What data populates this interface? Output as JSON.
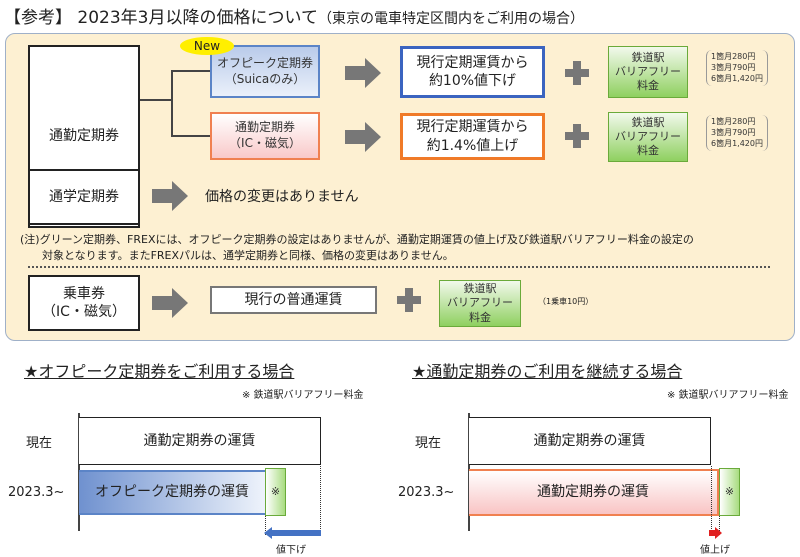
{
  "title": {
    "main": "【参考】 2023年3月以降の価格について",
    "sub": "（東京の電車特定区間内をご利用の場合）"
  },
  "commuter": {
    "label": "通勤定期券",
    "rows": [
      {
        "badge": "New",
        "ticket": [
          "オフピーク定期券",
          "（Suicaのみ）"
        ],
        "change": [
          "現行定期運賃から",
          "約10%値下げ"
        ],
        "fee": [
          "鉄道駅",
          "バリアフリー",
          "料金"
        ],
        "prices": [
          "1箇月280円",
          "3箇月790円",
          "6箇月1,420円"
        ]
      },
      {
        "ticket": [
          "通勤定期券",
          "（IC・磁気）"
        ],
        "change": [
          "現行定期運賃から",
          "約1.4%値上げ"
        ],
        "fee": [
          "鉄道駅",
          "バリアフリー",
          "料金"
        ],
        "prices": [
          "1箇月280円",
          "3箇月790円",
          "6箇月1,420円"
        ]
      }
    ]
  },
  "student": {
    "label": "通学定期券",
    "text": "価格の変更はありません"
  },
  "note": [
    "(注)グリーン定期券、FREXには、オフピーク定期券の設定はありませんが、通勤定期運賃の値上げ及び鉄道駅バリアフリー料金の設定の",
    "対象となります。またFREXパルは、通学定期券と同様、価格の変更はありません。"
  ],
  "ticket": {
    "label": [
      "乗車券",
      "（IC・磁気）"
    ],
    "fare": "現行の普通運賃",
    "fee": [
      "鉄道駅",
      "バリアフリー",
      "料金"
    ],
    "price": "（1乗車10円）"
  },
  "left": {
    "heading": "★オフピーク定期券をご利用する場合",
    "legend": "※ 鉄道駅バリアフリー料金",
    "now": "現在",
    "from": "2023.3~",
    "current_bar": "通勤定期券の運賃",
    "new_bar": "オフピーク定期券の運賃",
    "mark": "※",
    "change": "値下げ"
  },
  "right": {
    "heading": "★通勤定期券のご利用を継続する場合",
    "legend": "※ 鉄道駅バリアフリー料金",
    "now": "現在",
    "from": "2023.3~",
    "current_bar": "通勤定期券の運賃",
    "new_bar": "通勤定期券の運賃",
    "mark": "※",
    "change": "値上げ"
  }
}
